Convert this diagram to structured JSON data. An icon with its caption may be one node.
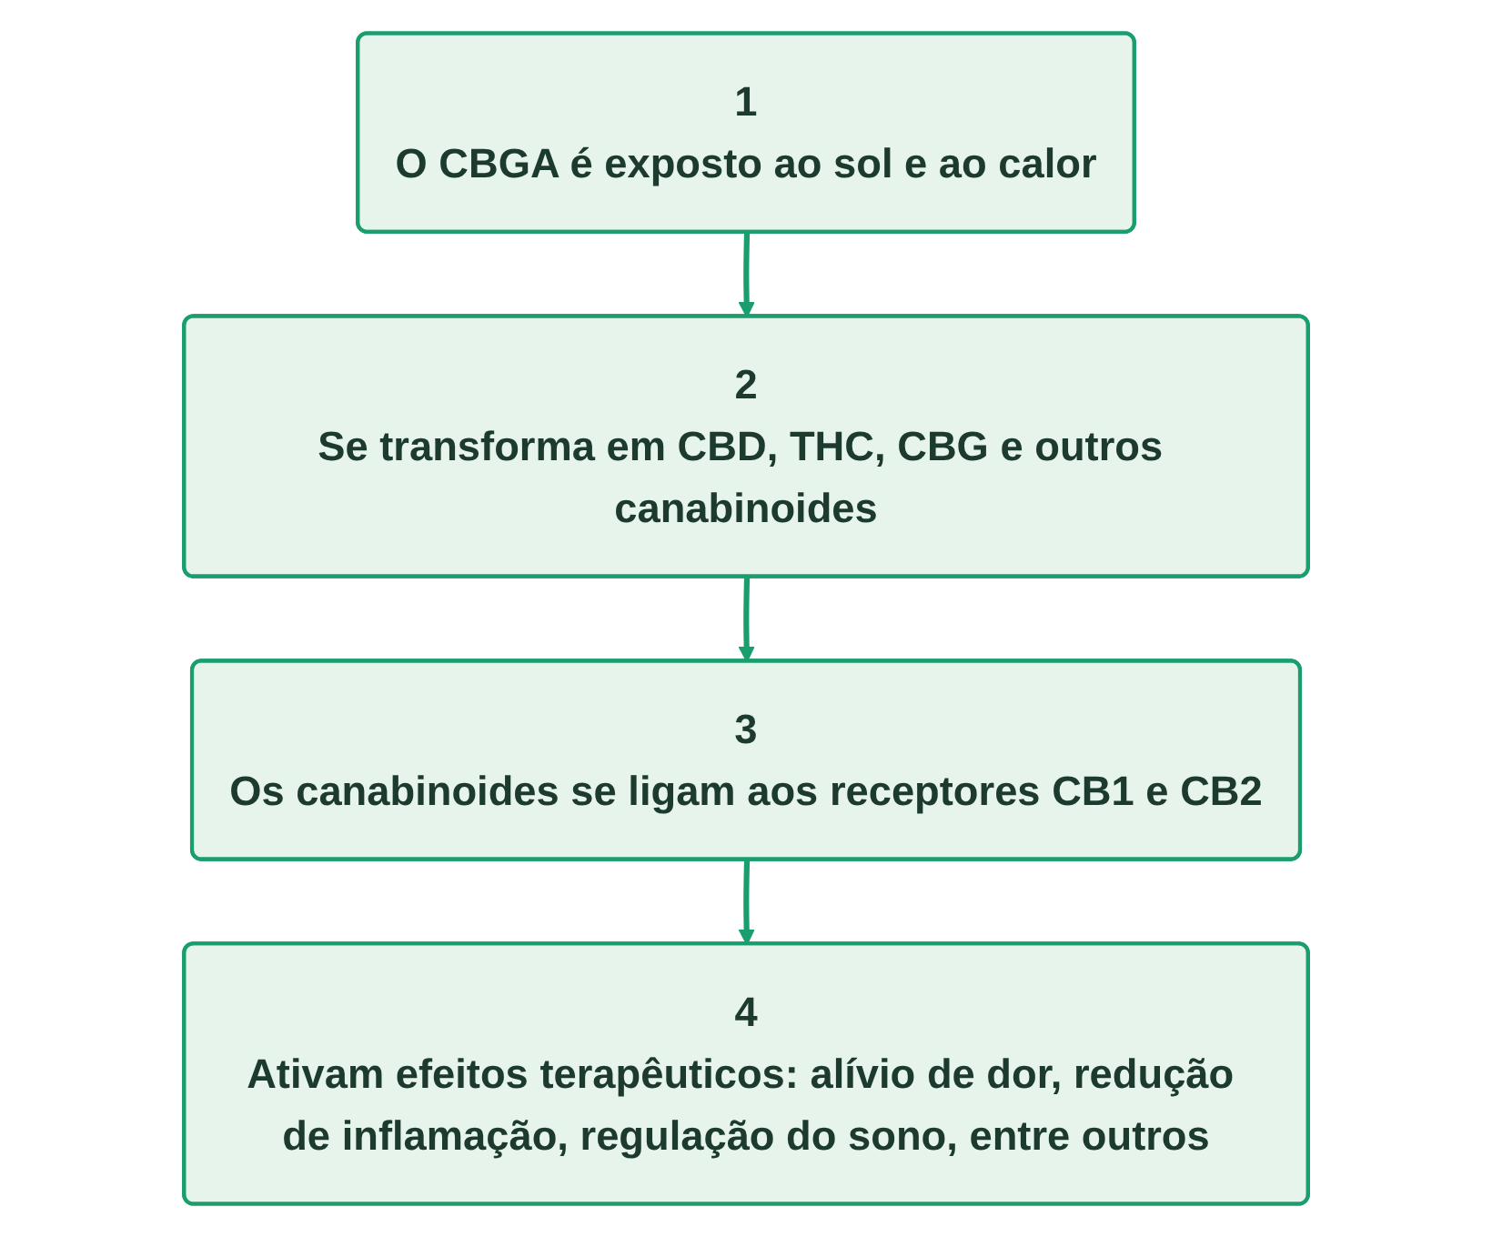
{
  "diagram": {
    "nodes": [
      {
        "text": [
          "1",
          "O CBGA é exposto ao sol e ao calor"
        ]
      },
      {
        "text": [
          "2",
          "Se transforma em CBD, THC, CBG e outros canabinoides"
        ]
      },
      {
        "text": [
          "3",
          "Os canabinoides se ligam aos receptores CB1 e CB2"
        ]
      },
      {
        "text": [
          "4",
          "Ativam efeitos terapêuticos: alívio de dor, redução de inflamação, regulação do sono, entre outros"
        ]
      }
    ],
    "edges": [
      {
        "from": 0,
        "to": 1,
        "arrow": "to"
      },
      {
        "from": 1,
        "to": 2,
        "arrow": "to"
      },
      {
        "from": 2,
        "to": 3,
        "arrow": "to"
      }
    ]
  }
}
